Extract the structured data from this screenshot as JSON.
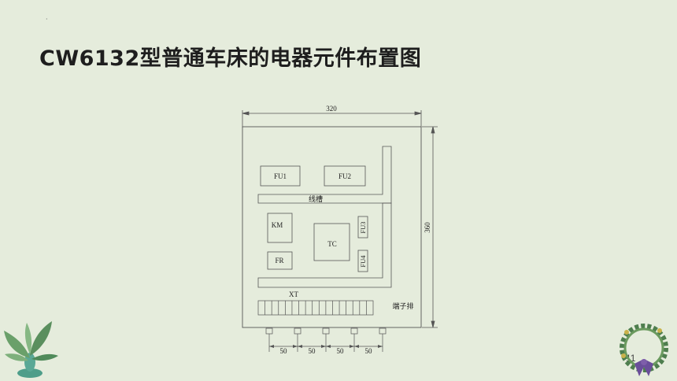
{
  "slide": {
    "dot": "·",
    "title": "CW6132型普通车床的电器元件布置图",
    "page_number": "11"
  },
  "diagram": {
    "width_dim": "320",
    "height_dim": "360",
    "components": {
      "fu1": "FU1",
      "fu2": "FU2",
      "km": "KM",
      "fr": "FR",
      "tc": "TC",
      "fu3": "FU3",
      "fu4": "FU4"
    },
    "wire_duct": "线槽",
    "terminal_label": "XT",
    "terminal_block": "端子排",
    "spacings": [
      "50",
      "50",
      "50",
      "50"
    ]
  },
  "colors": {
    "background": "#e5ecdc",
    "line": "#555555",
    "leaf_green": "#5a9a6a"
  }
}
